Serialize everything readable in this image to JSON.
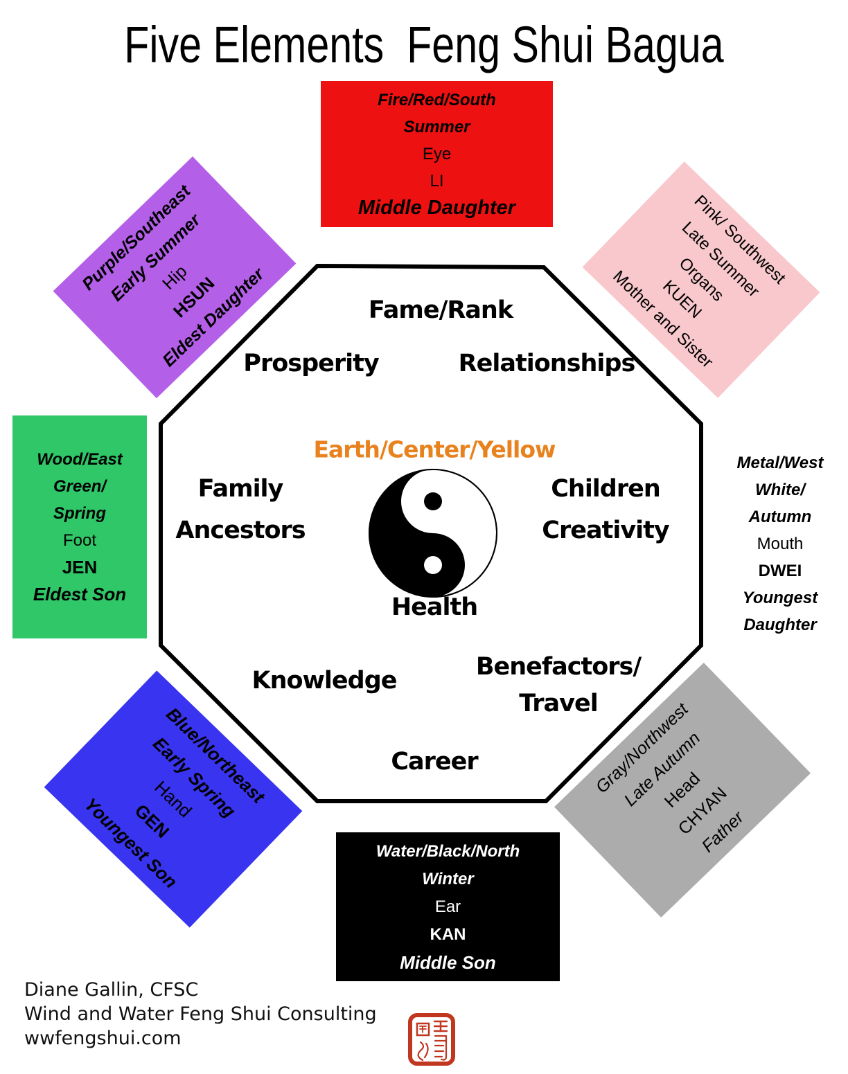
{
  "title": "Five Elements  Feng Shui Bagua",
  "colors": {
    "fire_red": "#ee1111",
    "wood_green": "#2fc767",
    "water_black": "#000000",
    "purple_southeast": "#b35fe8",
    "pink_southwest": "#f8c8cc",
    "blue_northeast": "#3834f0",
    "gray_northwest": "#acacac",
    "earth_center_orange": "#e8821e",
    "seal_red": "#c0361f"
  },
  "bagua": {
    "fame": "Fame/Rank",
    "prosperity": "Prosperity",
    "relationships": "Relationships",
    "family": [
      "Family",
      "Ancestors"
    ],
    "children": [
      "Children",
      "Creativity"
    ],
    "center": "Earth/Center/Yellow",
    "health": "Health",
    "knowledge": "Knowledge",
    "benefactors": [
      "Benefactors/",
      "Travel"
    ],
    "career": "Career"
  },
  "elements": {
    "fire": {
      "lines": [
        "Fire/Red/South",
        "Summer",
        "Eye",
        "LI",
        "Middle Daughter"
      ]
    },
    "purple": {
      "lines": [
        "Purple/Southeast",
        "Early Summer",
        "Hip",
        "HSUN",
        "Eldest Daughter"
      ]
    },
    "pink": {
      "lines": [
        "Pink/ Southwest",
        "Late Summer",
        "Organs",
        "KUEN",
        "Mother and Sister"
      ]
    },
    "wood": {
      "lines": [
        "Wood/East",
        "Green/",
        "Spring",
        "Foot",
        "JEN",
        "Eldest Son"
      ]
    },
    "metal": {
      "lines": [
        "Metal/West",
        "White/",
        "Autumn",
        "Mouth",
        "DWEI",
        "Youngest",
        "Daughter"
      ]
    },
    "blue": {
      "lines": [
        "Blue/Northeast",
        "Early Spring",
        "Hand",
        "GEN",
        "Youngest Son"
      ]
    },
    "gray": {
      "lines": [
        "Gray/Northwest",
        "Late Autumn",
        "Head",
        "CHYAN",
        "Father"
      ]
    },
    "water": {
      "lines": [
        "Water/Black/North",
        "Winter",
        "Ear",
        "KAN",
        "Middle Son"
      ]
    }
  },
  "icons": {
    "yin_yang": "yin-yang-symbol",
    "seal": "chinese-seal-stamp"
  },
  "footer": {
    "line1": "Diane Gallin, CFSC",
    "line2": "Wind and Water Feng Shui Consulting",
    "line3": "wwfengshui.com"
  }
}
